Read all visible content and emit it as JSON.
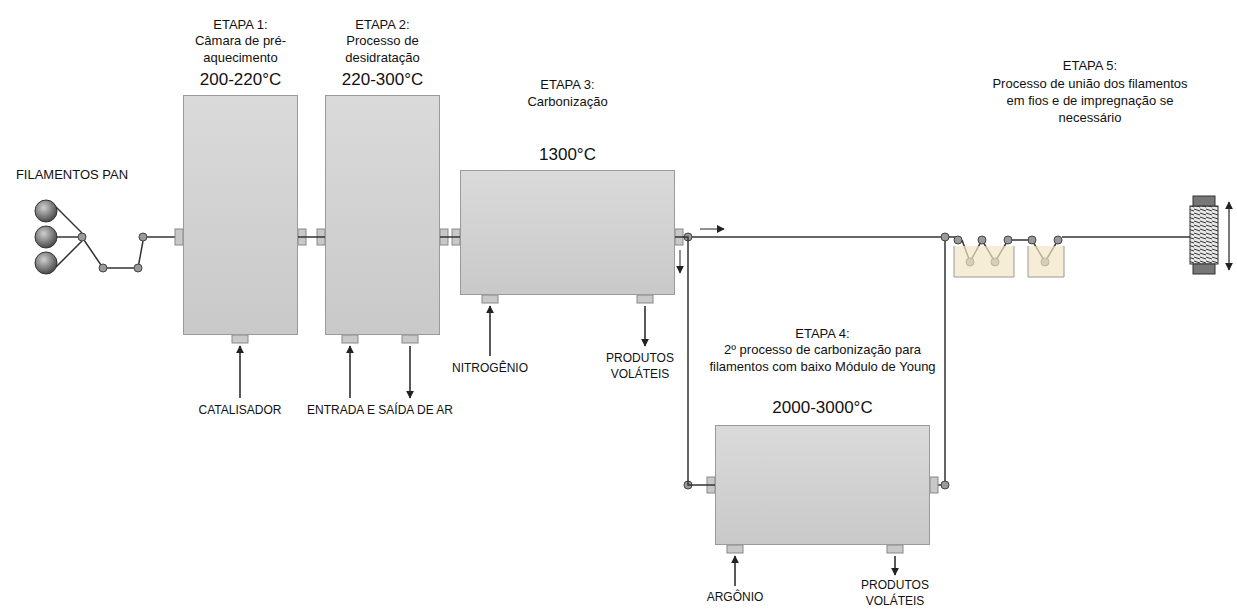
{
  "diagram": {
    "nodes": [
      {
        "text": [
          "ETAPA 1:",
          "Câmara de pré-aquecimento",
          "200-220°C"
        ]
      },
      {
        "text": [
          "ETAPA 2:",
          "Processo de desidratação",
          "220-300°C"
        ]
      },
      {
        "text": [
          "ETAPA 3:",
          "Carbonização",
          "1300°C"
        ]
      },
      {
        "text": [
          "ETAPA 4:",
          "2º processo de carbonização para filamentos com baixo Módulo de Young",
          "2000-3000°C"
        ]
      }
    ],
    "edges": [
      {
        "from": 0,
        "to": 1,
        "arrow": "none"
      },
      {
        "from": 1,
        "to": 2,
        "arrow": "none"
      },
      {
        "from": 2,
        "to": 3,
        "arrow": "none"
      }
    ],
    "labels": [
      "FILAMENTOS PAN",
      "CATALISADOR",
      "ENTRADA E SAÍDA DE AR",
      "NITROGÊNIO",
      "PRODUTOS VOLÁTEIS",
      "ARGÔNIO",
      "PRODUTOS VOLÁTEIS",
      "ETAPA 5:",
      "Processo de união dos filamentos em fios e de impregnação se necessário"
    ]
  }
}
